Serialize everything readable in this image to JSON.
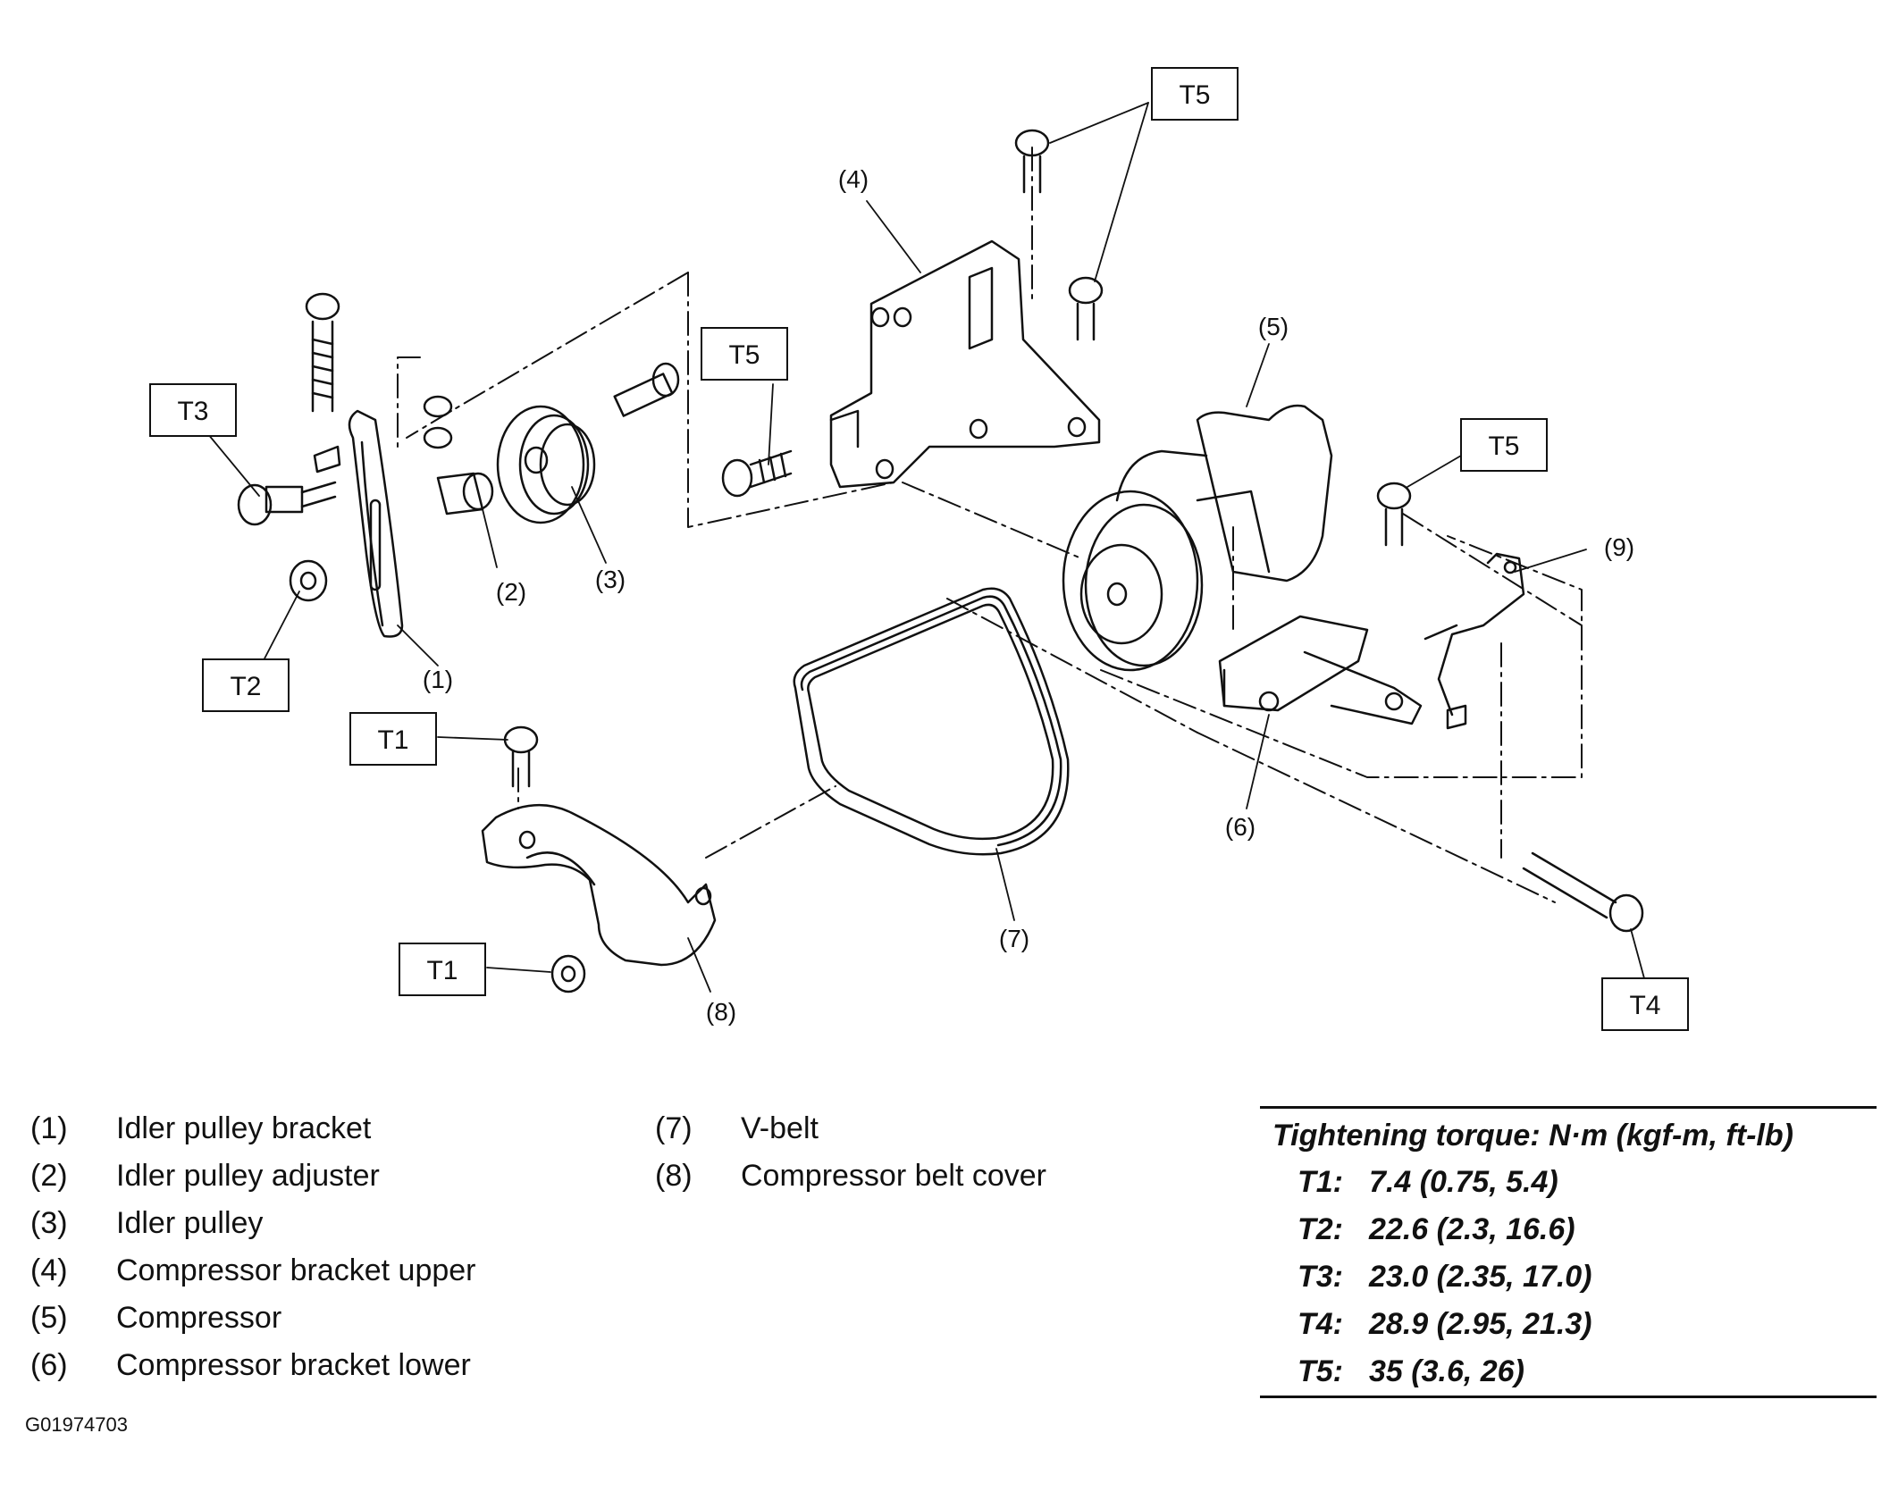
{
  "callouts": {
    "c1": "(1)",
    "c2": "(2)",
    "c3": "(3)",
    "c4": "(4)",
    "c5": "(5)",
    "c6": "(6)",
    "c7": "(7)",
    "c8": "(8)",
    "c9": "(9)"
  },
  "torque_tags": {
    "t1a": "T1",
    "t1b": "T1",
    "t2": "T2",
    "t3": "T3",
    "t4": "T4",
    "t5a": "T5",
    "t5b": "T5",
    "t5c": "T5"
  },
  "legend": {
    "left": [
      {
        "num": "(1)",
        "text": "Idler pulley bracket"
      },
      {
        "num": "(2)",
        "text": "Idler pulley adjuster"
      },
      {
        "num": "(3)",
        "text": "Idler pulley"
      },
      {
        "num": "(4)",
        "text": "Compressor bracket upper"
      },
      {
        "num": "(5)",
        "text": "Compressor"
      },
      {
        "num": "(6)",
        "text": "Compressor bracket lower"
      }
    ],
    "middle": [
      {
        "num": "(7)",
        "text": "V-belt"
      },
      {
        "num": "(8)",
        "text": "Compressor belt cover"
      }
    ]
  },
  "torque_table": {
    "title": "Tightening torque: N·m (kgf-m, ft-lb)",
    "rows": [
      {
        "label": "T1:",
        "value": "7.4 (0.75, 5.4)"
      },
      {
        "label": "T2:",
        "value": "22.6 (2.3, 16.6)"
      },
      {
        "label": "T3:",
        "value": "23.0 (2.35, 17.0)"
      },
      {
        "label": "T4:",
        "value": "28.9 (2.95, 21.3)"
      },
      {
        "label": "T5:",
        "value": "35 (3.6, 26)"
      }
    ]
  },
  "figure_id": "G01974703"
}
